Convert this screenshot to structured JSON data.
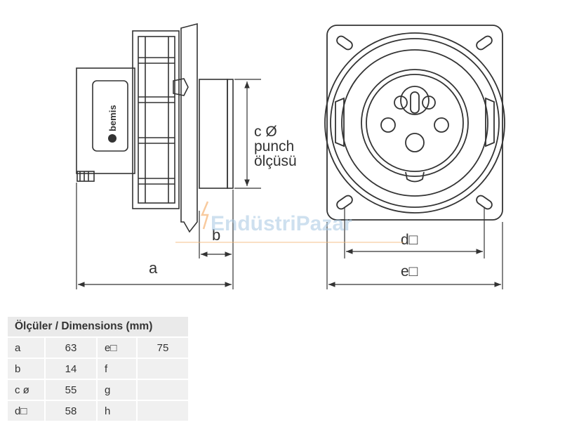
{
  "drawing": {
    "labels": {
      "a": "a",
      "b": "b",
      "c_line1": "c Ø",
      "c_line2": "punch",
      "c_line3": "ölçüsü",
      "d": "d□",
      "e": "e□"
    },
    "brand": "bemis",
    "watermark": "EndüstriPazar"
  },
  "table": {
    "header": "Ölçüler / Dimensions (mm)",
    "rows": [
      {
        "label": "a",
        "value": "63",
        "label2": "e□",
        "value2": "75"
      },
      {
        "label": "b",
        "value": "14",
        "label2": "f",
        "value2": ""
      },
      {
        "label": "c ø",
        "value": "55",
        "label2": "g",
        "value2": ""
      },
      {
        "label": "d□",
        "value": "58",
        "label2": "h",
        "value2": ""
      }
    ]
  }
}
